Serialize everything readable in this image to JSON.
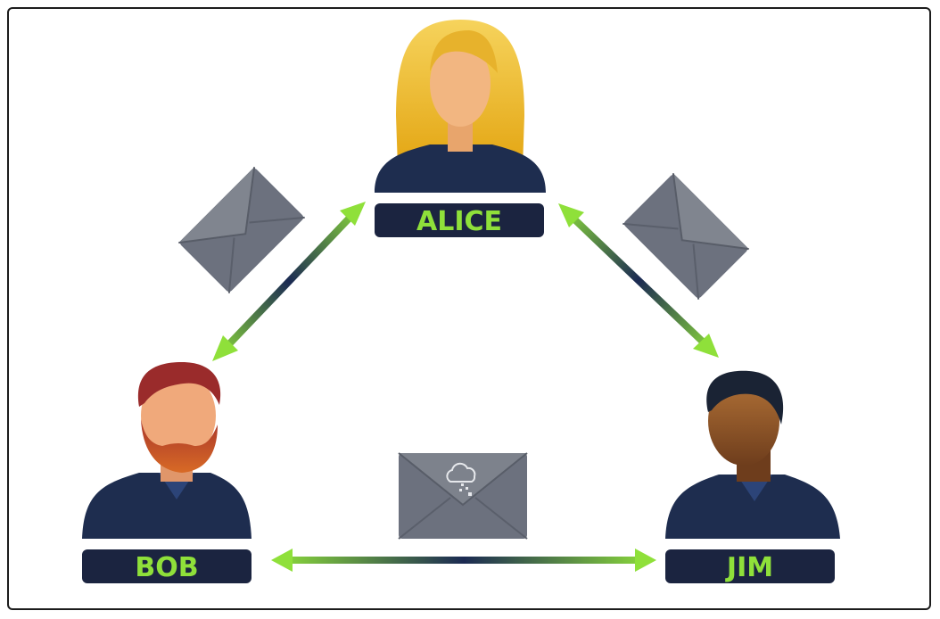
{
  "people": [
    {
      "id": "alice",
      "name": "ALICE"
    },
    {
      "id": "bob",
      "name": "BOB"
    },
    {
      "id": "jim",
      "name": "JIM"
    }
  ],
  "colors": {
    "label_bg": "#1b2440",
    "label_text": "#8fe03a",
    "arrow_end": "#8fe03a",
    "arrow_mid": "#1b2a52",
    "envelope": "#6c717e",
    "shirt": "#1e2d4f"
  },
  "icons": [
    "envelope-icon",
    "cloud-icon"
  ]
}
